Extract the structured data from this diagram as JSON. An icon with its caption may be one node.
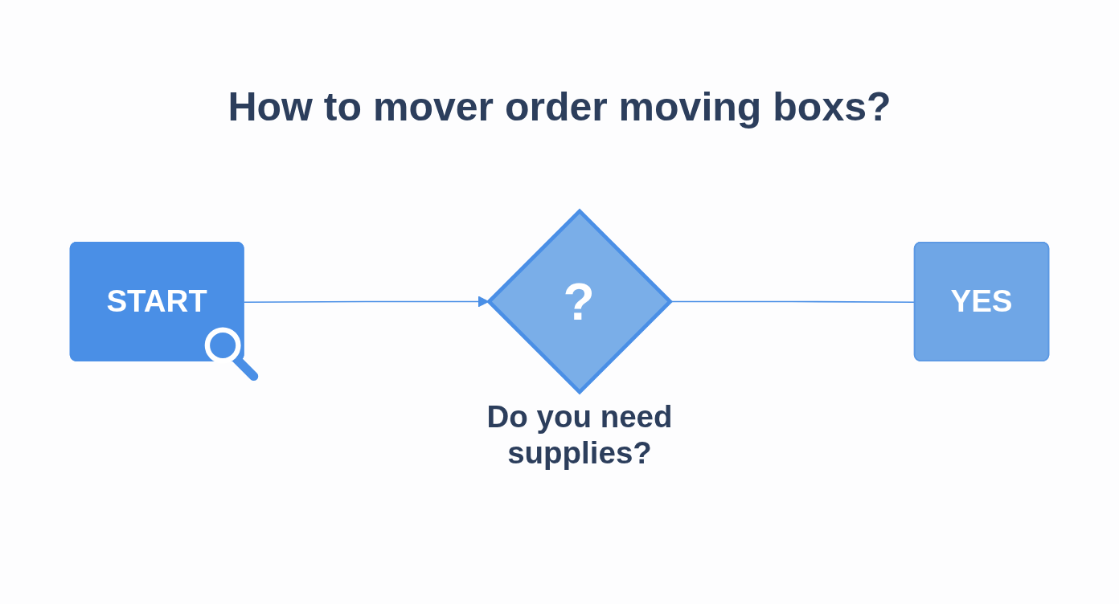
{
  "diagram": {
    "title": "How to mover order moving boxs?",
    "nodes": [
      {
        "text": [
          "START"
        ]
      },
      {
        "text": [
          "?"
        ],
        "beside": [
          "Do you need supplies?"
        ]
      },
      {
        "text": [
          "YES"
        ]
      }
    ],
    "edges": [
      {
        "from": 0,
        "to": 1,
        "arrow": "to"
      },
      {
        "from": 1,
        "to": 2,
        "arrow": "none"
      }
    ]
  }
}
